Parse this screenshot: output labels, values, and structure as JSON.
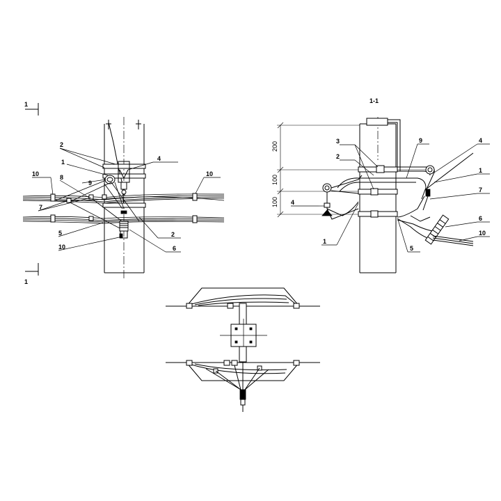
{
  "section_markers": {
    "top": "1",
    "bottom": "1"
  },
  "section_title": "1-1",
  "dimensions": [
    "200",
    "100",
    "100"
  ],
  "front_view_labels": {
    "l2a": "2",
    "l1": "1",
    "l9": "9",
    "l8": "8",
    "l10a": "10",
    "l4": "4",
    "l10b": "10",
    "l7": "7",
    "l5": "5",
    "l10c": "10",
    "l2b": "2",
    "l6": "6"
  },
  "side_view_labels": {
    "l3": "3",
    "l2": "2",
    "l9": "9",
    "l4a": "4",
    "l1a": "1",
    "l7": "7",
    "l4b": "4",
    "l1b": "1",
    "l6": "6",
    "l10": "10",
    "l5": "5"
  }
}
